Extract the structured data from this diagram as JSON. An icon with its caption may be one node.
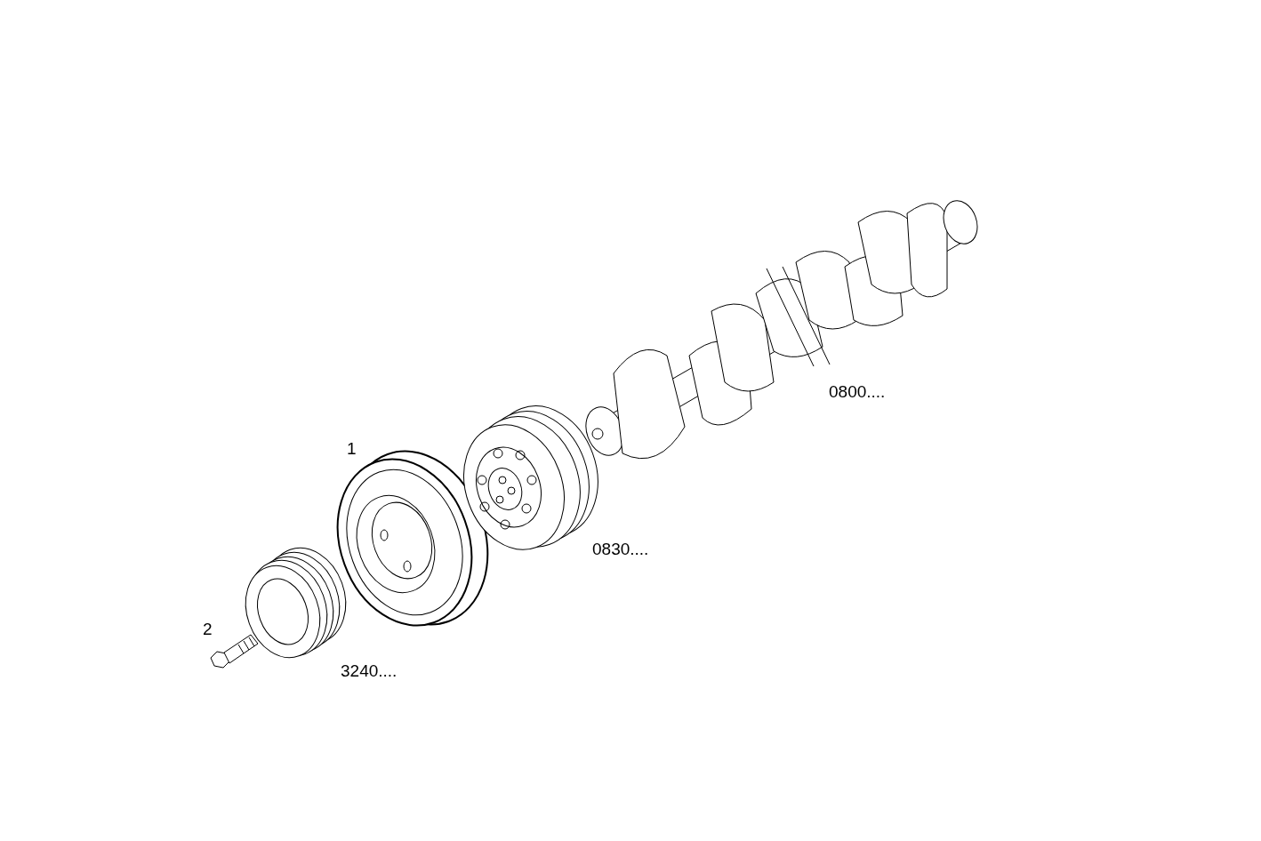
{
  "diagram": {
    "labels": [
      "0800....",
      "1",
      "0830....",
      "2",
      "3240...."
    ]
  }
}
